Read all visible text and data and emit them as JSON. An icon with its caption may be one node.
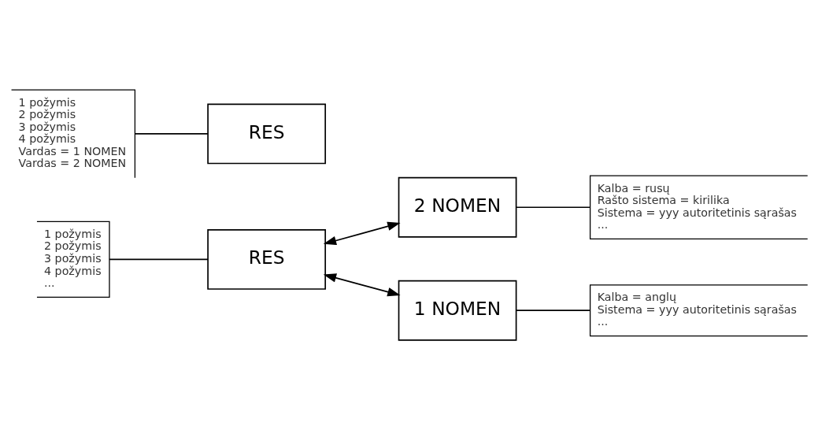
{
  "diagram": {
    "nodes": [
      {
        "text": [
          "1 požymis",
          "2 požymis",
          "3 požymis",
          "4 požymis",
          "..."
        ]
      },
      {
        "text": [
          "RES"
        ]
      },
      {
        "text": [
          "2 NOMEN"
        ]
      },
      {
        "text": [
          "Kalba = rusų",
          "Rašto sistema = kirilika",
          "Sistema = yyy autoritetinis sąrašas",
          "..."
        ]
      },
      {
        "text": [
          "1 NOMEN"
        ]
      },
      {
        "text": [
          "Kalba = anglų",
          "Sistema = yyy autoritetinis sąrašas",
          "..."
        ]
      },
      {
        "text": [
          "1 požymis",
          "2 požymis",
          "3 požymis",
          "4 požymis",
          "Vardas = 1 NOMEN",
          "Vardas = 2 NOMEN"
        ]
      },
      {
        "text": [
          "RES"
        ]
      }
    ],
    "edges": [
      {
        "from": 0,
        "to": 1,
        "arrow": "none"
      },
      {
        "from": 1,
        "to": 2,
        "arrow": "both"
      },
      {
        "from": 1,
        "to": 4,
        "arrow": "both"
      },
      {
        "from": 2,
        "to": 3,
        "arrow": "none"
      },
      {
        "from": 4,
        "to": 5,
        "arrow": "none"
      },
      {
        "from": 6,
        "to": 7,
        "arrow": "none"
      }
    ]
  }
}
